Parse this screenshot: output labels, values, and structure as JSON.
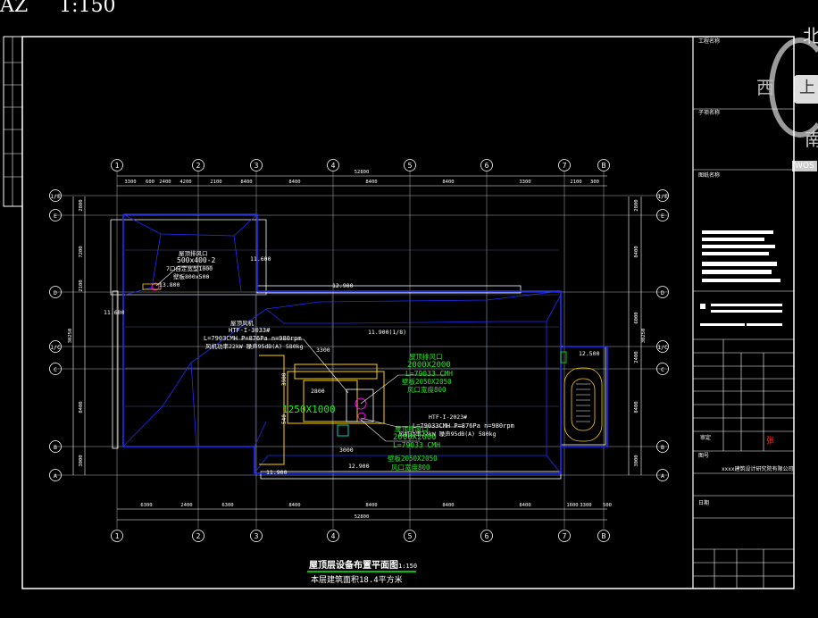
{
  "header": {
    "sheet": "AZ",
    "scale": "1:150"
  },
  "compass": {
    "west": "西",
    "north": "北",
    "south": "南",
    "mark": "上",
    "watermark": "WOS"
  },
  "grid": {
    "top_axes": [
      "1",
      "2",
      "3",
      "4",
      "5",
      "6",
      "7",
      "B"
    ],
    "side_axes": [
      "1/E",
      "E",
      "D",
      "C",
      "1/C",
      "B",
      "A"
    ],
    "total_dim": "52800",
    "top_dims": [
      "3300",
      "600",
      "2400",
      "4200",
      "2100",
      "8400",
      "8400",
      "8400",
      "8400",
      "3300",
      "2100",
      "300"
    ],
    "bottom_dims": [
      "6300",
      "2400",
      "6300",
      "8400",
      "8400",
      "8400",
      "8400",
      "1600",
      "3300",
      "500"
    ],
    "bottom_total": "52800",
    "left_dims": [
      "2800",
      "7200",
      "2100",
      "30250",
      "8400",
      "3000"
    ],
    "right_dims": [
      "2800",
      "8400",
      "6000",
      "2400",
      "8400",
      "30250",
      "3000"
    ]
  },
  "notes": {
    "elev_a": "11.600",
    "elev_b": "12.900",
    "elev_c": "11.600",
    "elev_d": "11.900(1/8)",
    "elev_e": "12.500",
    "elev_f": "11.900",
    "elev_g": "12.900",
    "elev_h": "13.800",
    "dim_3300": "3300",
    "dim_3000": "3000",
    "dim_2900": "3900",
    "dim_540": "540",
    "fan_top_1": "屋顶排风口",
    "fan_top_2": "500x400-2",
    "fan_top_3": "7口自定宽型1000",
    "fan_top_4": "壁板800x500",
    "unit_a_1": "屋顶风机",
    "unit_a_2": "HTF-I-3033#",
    "unit_a_3": "L=7903CMH P=876Pa n=980rpm",
    "unit_a_4": "风机功率22kW 噪声95dB(A) 580kg",
    "green_1": "屋顶排风口",
    "green_2": "2000X2000",
    "green_3": "L=79033 CMH",
    "green_4": "壁板2050X2050",
    "green_5": "风口宽度800",
    "duct": "1250X1000",
    "unit_b_1": "HTF-I-2023#",
    "unit_b_2": "L=79033CMH P=876Pa n=980rpm",
    "unit_b_3": "风机功率22kW 噪声95dB(A) 580kg",
    "green_b_1": "屋顶排风口",
    "green_b_2": "2000X2000",
    "green_b_3": "L=79033 CMH",
    "green_b_4": "壁板2050X2050",
    "green_b_5": "风口宽度800",
    "label_2800": "2800"
  },
  "title": {
    "main": "屋顶层设备布置平面图",
    "scale": "1:150",
    "area": "本层建筑面积18.4平方米"
  },
  "title_block": {
    "rows": [
      "工程名称",
      "子项名称",
      "图纸名称",
      "图号",
      "日期"
    ],
    "company": "xxxx建筑设计研究院有限公司",
    "stamp": "审定",
    "sign": "张"
  }
}
